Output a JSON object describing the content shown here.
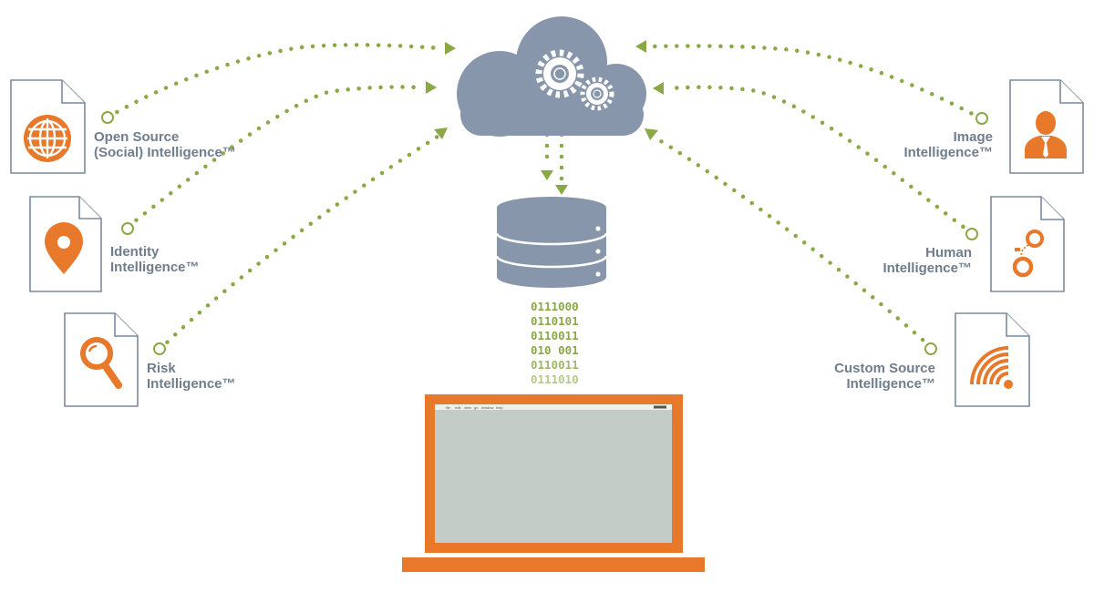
{
  "colors": {
    "orange": "#e8782a",
    "green": "#8aa844",
    "slate": "#8796aa",
    "label_gray": "#6f7d8c",
    "doc_outline": "#7b8a9b",
    "screen": "#c3ccc7"
  },
  "sources_left": [
    {
      "line1": "Open Source",
      "line2": "(Social) Intelligence™",
      "icon": "globe-icon"
    },
    {
      "line1": "Identity",
      "line2": "Intelligence™",
      "icon": "map-pin-icon"
    },
    {
      "line1": "Risk",
      "line2": "Intelligence™",
      "icon": "magnifier-icon"
    }
  ],
  "sources_right": [
    {
      "line1": "Image",
      "line2": "Intelligence™",
      "icon": "person-icon"
    },
    {
      "line1": "Human",
      "line2": "Intelligence™",
      "icon": "handcuffs-icon"
    },
    {
      "line1": "Custom Source",
      "line2": "Intelligence™",
      "icon": "signal-icon"
    }
  ],
  "cloud": {
    "icon": "cloud-gears-icon"
  },
  "database": {
    "icon": "database-icon"
  },
  "binary_rows": [
    "0111000",
    "0110101",
    "0110011",
    "010 001",
    "0110011",
    "0111010"
  ],
  "laptop": {
    "icon": "laptop-icon",
    "menu_items": [
      "file",
      "edit",
      "view",
      "go",
      "window",
      "help"
    ]
  }
}
